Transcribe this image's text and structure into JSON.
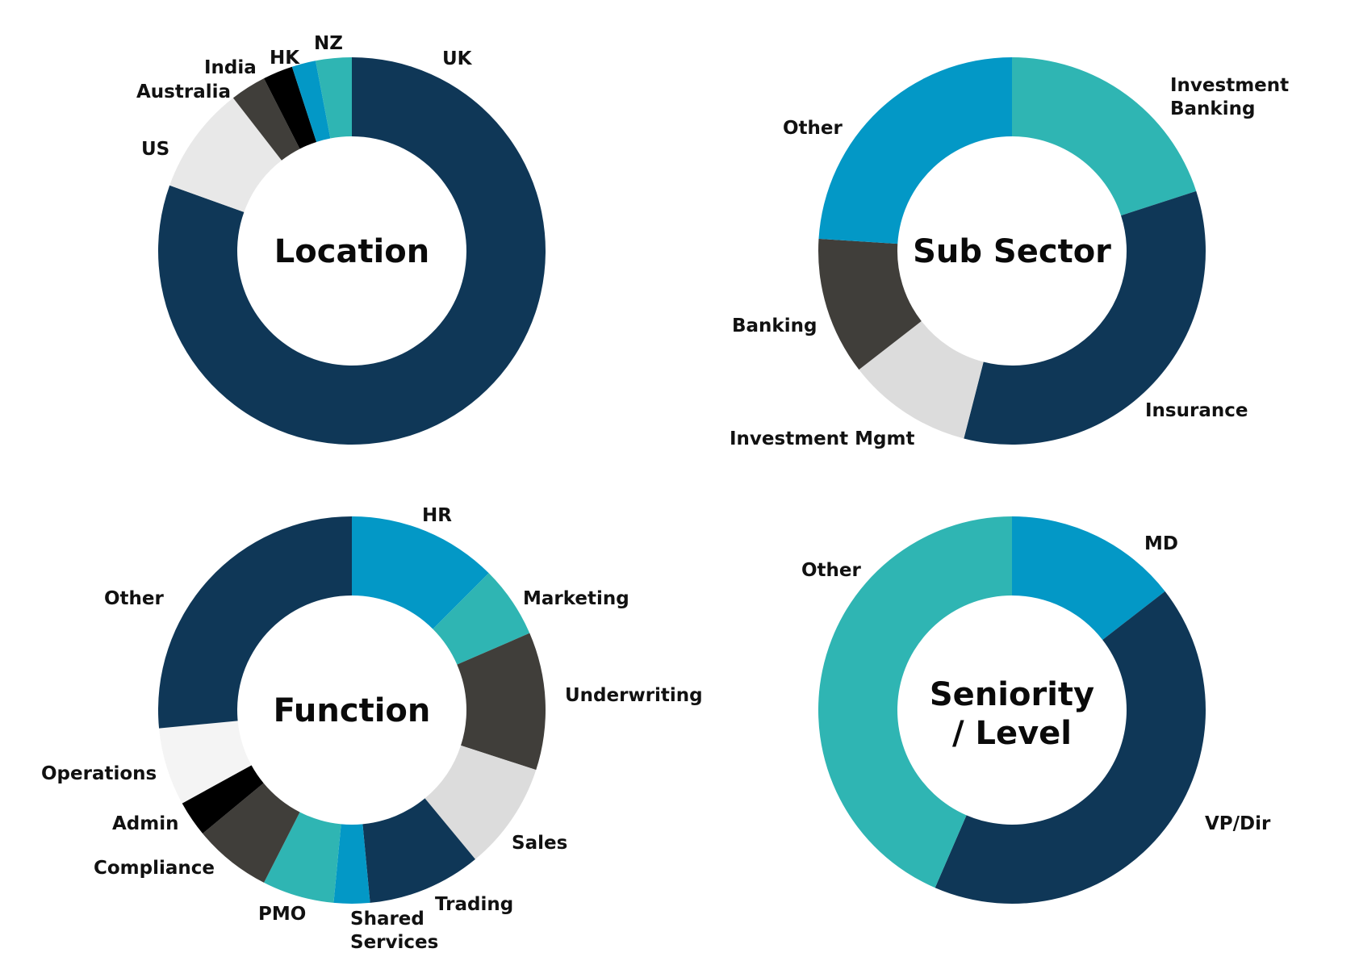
{
  "chart_data": [
    {
      "type": "donut",
      "title": "Location",
      "slices": [
        {
          "label": "UK",
          "value": 80.5,
          "color": "#0f3757"
        },
        {
          "label": "US",
          "value": 9.0,
          "color": "#e8e8e8"
        },
        {
          "label": "Australia",
          "value": 3.0,
          "color": "#403e3a"
        },
        {
          "label": "India",
          "value": 2.5,
          "color": "#000000"
        },
        {
          "label": "HK",
          "value": 2.0,
          "color": "#0398c6"
        },
        {
          "label": "NZ",
          "value": 3.0,
          "color": "#2fb5b3"
        }
      ]
    },
    {
      "type": "donut",
      "title": "Sub Sector",
      "slices": [
        {
          "label": "Investment Banking",
          "value": 20.0,
          "color": "#2fb5b3"
        },
        {
          "label": "Insurance",
          "value": 34.0,
          "color": "#0f3757"
        },
        {
          "label": "Investment Mgmt",
          "value": 10.5,
          "color": "#dcdcdc"
        },
        {
          "label": "Banking",
          "value": 11.5,
          "color": "#403e3a"
        },
        {
          "label": "Other",
          "value": 24.0,
          "color": "#0398c6"
        }
      ]
    },
    {
      "type": "donut",
      "title": "Function",
      "slices": [
        {
          "label": "HR",
          "value": 12.5,
          "color": "#0398c6"
        },
        {
          "label": "Marketing",
          "value": 6.0,
          "color": "#2fb5b3"
        },
        {
          "label": "Underwriting",
          "value": 11.5,
          "color": "#403e3a"
        },
        {
          "label": "Sales",
          "value": 9.0,
          "color": "#dcdcdc"
        },
        {
          "label": "Trading",
          "value": 9.5,
          "color": "#0f3757"
        },
        {
          "label": "Shared Services",
          "value": 3.0,
          "color": "#0398c6"
        },
        {
          "label": "PMO",
          "value": 6.0,
          "color": "#2fb5b3"
        },
        {
          "label": "Compliance",
          "value": 6.5,
          "color": "#403e3a"
        },
        {
          "label": "Admin",
          "value": 3.0,
          "color": "#000000"
        },
        {
          "label": "Operations",
          "value": 6.5,
          "color": "#f4f4f4"
        },
        {
          "label": "Other",
          "value": 26.5,
          "color": "#0f3757"
        }
      ]
    },
    {
      "type": "donut",
      "title": "Seniority / Level",
      "slices": [
        {
          "label": "MD",
          "value": 14.5,
          "color": "#0398c6"
        },
        {
          "label": "VP/Dir",
          "value": 42.0,
          "color": "#0f3757"
        },
        {
          "label": "Other",
          "value": 43.5,
          "color": "#2fb5b3"
        }
      ]
    }
  ]
}
